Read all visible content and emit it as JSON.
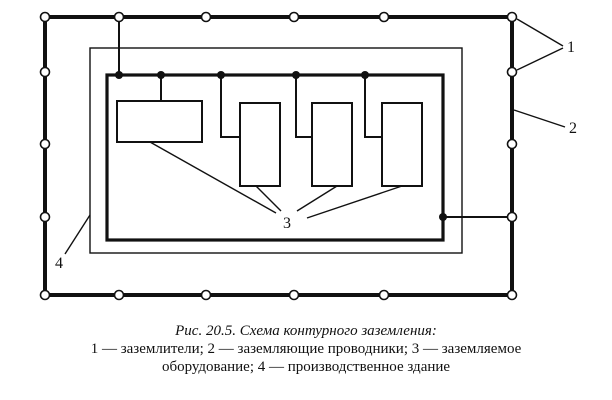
{
  "diagram": {
    "callouts": {
      "electrodes": "1",
      "conductors": "2",
      "equipment": "3",
      "building": "4"
    }
  },
  "caption": {
    "title": "Рис. 20.5. Схема контурного заземления:",
    "legend_line1": "1 — заземлители; 2 — заземляющие проводники; 3 — заземляемое",
    "legend_line2": "оборудование; 4 — производственное здание"
  },
  "colors": {
    "ink": "#111111",
    "paper": "#ffffff"
  }
}
